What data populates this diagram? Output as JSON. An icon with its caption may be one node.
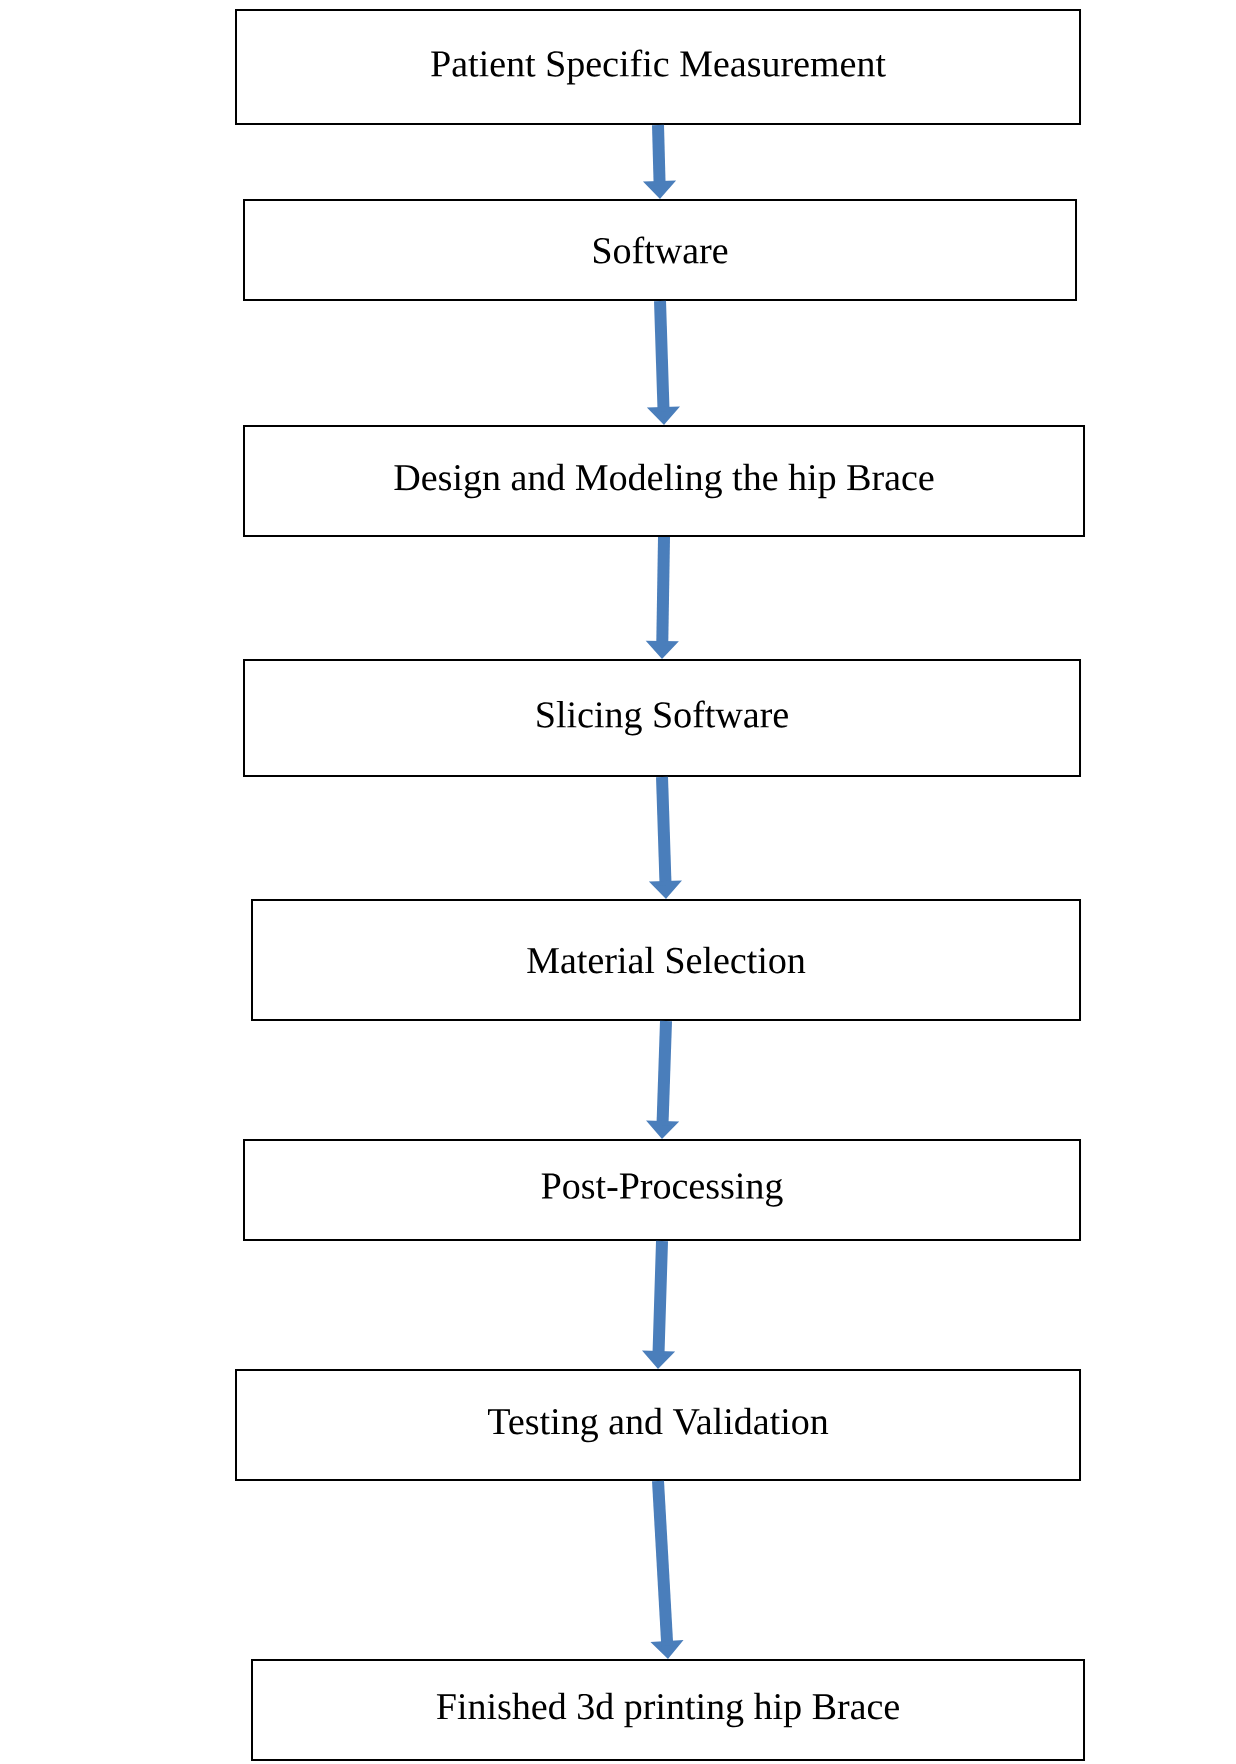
{
  "diagram": {
    "nodes": [
      {
        "text": [
          "Patient Specific Measurement"
        ]
      },
      {
        "text": [
          "Software"
        ]
      },
      {
        "text": [
          "Design and Modeling the hip Brace"
        ]
      },
      {
        "text": [
          "Slicing Software"
        ]
      },
      {
        "text": [
          "Material Selection"
        ]
      },
      {
        "text": [
          "Post-Processing"
        ]
      },
      {
        "text": [
          "Testing and Validation"
        ]
      },
      {
        "text": [
          "Finished 3d printing hip Brace"
        ]
      }
    ],
    "edges": [
      {
        "from": 0,
        "to": 1,
        "arrow": "to"
      },
      {
        "from": 1,
        "to": 2,
        "arrow": "to"
      },
      {
        "from": 2,
        "to": 3,
        "arrow": "to"
      },
      {
        "from": 3,
        "to": 4,
        "arrow": "to"
      },
      {
        "from": 4,
        "to": 5,
        "arrow": "to"
      },
      {
        "from": 5,
        "to": 6,
        "arrow": "to"
      },
      {
        "from": 6,
        "to": 7,
        "arrow": "to"
      }
    ]
  }
}
